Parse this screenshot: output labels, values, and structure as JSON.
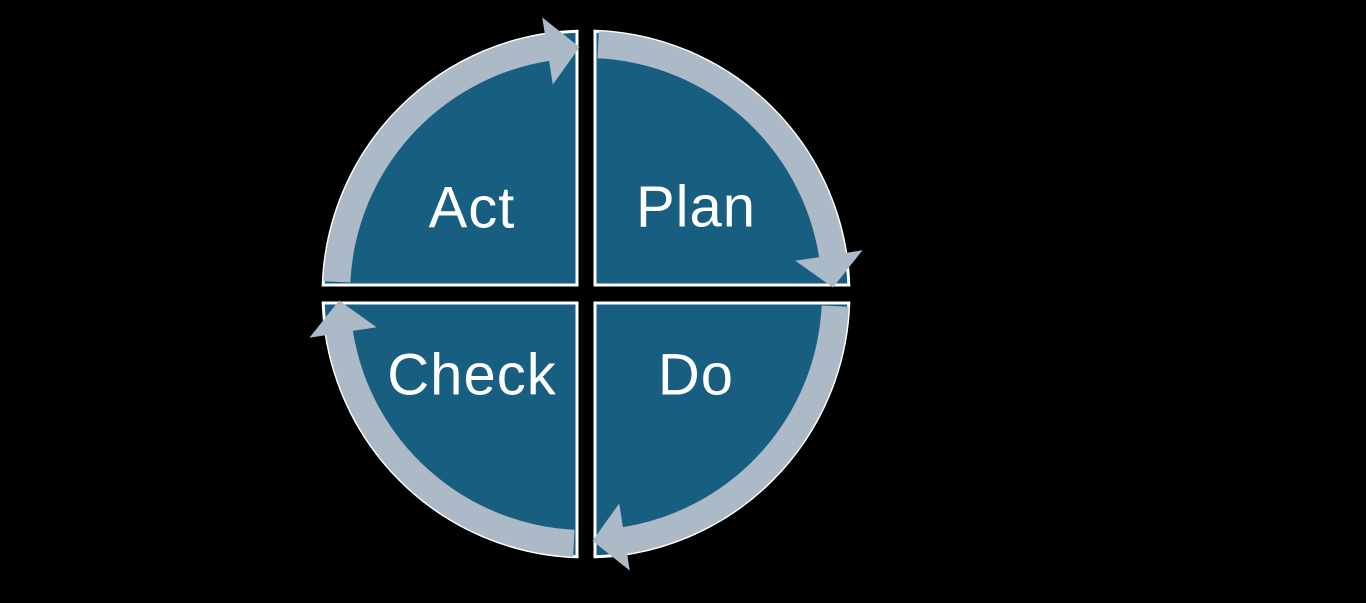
{
  "diagram": {
    "name": "PDCA cycle",
    "type": "cycle",
    "direction": "clockwise",
    "quadrants": [
      {
        "label": "Act",
        "position": "top-left",
        "arrow_to": "Plan"
      },
      {
        "label": "Plan",
        "position": "top-right",
        "arrow_to": "Do"
      },
      {
        "label": "Do",
        "position": "bottom-right",
        "arrow_to": "Check"
      },
      {
        "label": "Check",
        "position": "bottom-left",
        "arrow_to": "Act"
      }
    ],
    "colors": {
      "background": "#000000",
      "segment_fill": "#175E80",
      "segment_outline": "#FFFFFF",
      "ring_fill": "#ACB9C6",
      "label_text": "#FFFFFF"
    }
  }
}
